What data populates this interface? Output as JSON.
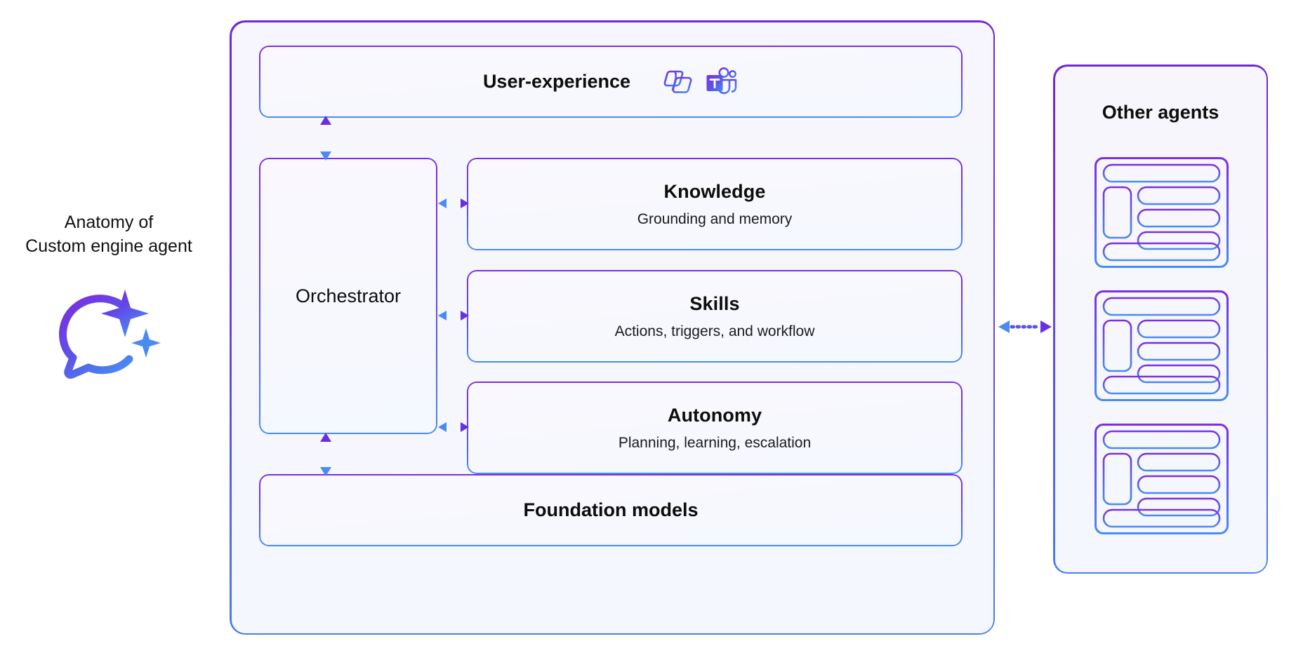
{
  "caption": {
    "title": "Anatomy of\nCustom engine agent",
    "icon": "chat-sparkle-icon"
  },
  "main": {
    "user_experience": {
      "title": "User-experience",
      "icons": [
        "copilot-icon",
        "microsoft-teams-icon"
      ]
    },
    "orchestrator": {
      "title": "Orchestrator"
    },
    "capabilities": [
      {
        "title": "Knowledge",
        "subtitle": "Grounding and memory"
      },
      {
        "title": "Skills",
        "subtitle": "Actions, triggers, and workflow"
      },
      {
        "title": "Autonomy",
        "subtitle": "Planning, learning, escalation"
      }
    ],
    "foundation": {
      "title": "Foundation models"
    }
  },
  "other_agents": {
    "title": "Other agents",
    "cards": [
      "agent-wireframe-card",
      "agent-wireframe-card",
      "agent-wireframe-card"
    ]
  },
  "connectors": {
    "ux_to_orchestrator": "bidirectional-arrow",
    "orchestrator_to_knowledge": "bidirectional-arrow",
    "orchestrator_to_skills": "bidirectional-arrow",
    "orchestrator_to_autonomy": "bidirectional-arrow",
    "orchestrator_to_foundation": "bidirectional-arrow",
    "agent_to_other_agents": "bidirectional-dotted-arrow"
  },
  "colors": {
    "purple": "#6d28d9",
    "violet": "#7433e0",
    "indigo": "#5a56e8",
    "blue": "#4a8bf2",
    "panel_bg": "#f7f6fd",
    "text": "#0d0d0d"
  }
}
